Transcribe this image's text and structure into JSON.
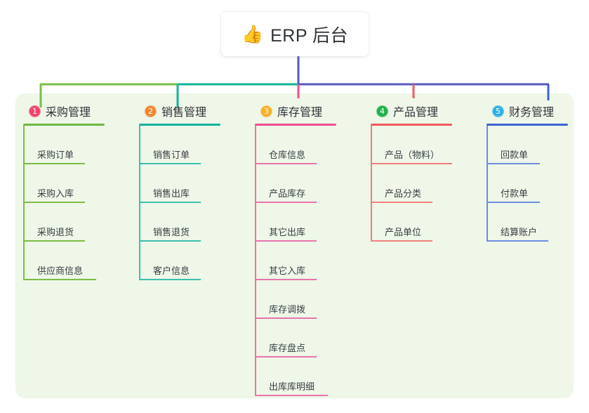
{
  "page": {
    "background": "#ffffff",
    "panel_color": "#eef7e8"
  },
  "root": {
    "icon": "thumbs-up-icon",
    "emoji": "👍",
    "title": "ERP 后台"
  },
  "connector": {
    "segments": [
      {
        "name": "green-segment",
        "color": "#7cbd46"
      },
      {
        "name": "teal-segment",
        "color": "#11b39b"
      },
      {
        "name": "indigo-segment",
        "color": "#5757c4"
      }
    ],
    "drops": [
      "#7cbd46",
      "#11b39b",
      "#ef4d93",
      "#f2595b",
      "#3f63d4"
    ],
    "stem_color": "#5757c4"
  },
  "columns": [
    {
      "index": "1",
      "badge_color": "#f2456b",
      "line_color": "#7cbd46",
      "rule_color": "#6fb844",
      "title": "采购管理",
      "items": [
        {
          "label": "采购订单",
          "rule_width": 88
        },
        {
          "label": "采购入库",
          "rule_width": 88
        },
        {
          "label": "采购退货",
          "rule_width": 88
        },
        {
          "label": "供应商信息",
          "rule_width": 104
        }
      ]
    },
    {
      "index": "2",
      "badge_color": "#f58634",
      "line_color": "#3fbfad",
      "rule_color": "#11b39b",
      "title": "销售管理",
      "items": [
        {
          "label": "销售订单",
          "rule_width": 88
        },
        {
          "label": "销售出库",
          "rule_width": 88
        },
        {
          "label": "销售退货",
          "rule_width": 88
        },
        {
          "label": "客户信息",
          "rule_width": 88
        }
      ]
    },
    {
      "index": "3",
      "badge_color": "#f7b12a",
      "line_color": "#e874ab",
      "rule_color": "#ef4d93",
      "title": "库存管理",
      "items": [
        {
          "label": "仓库信息",
          "rule_width": 88
        },
        {
          "label": "产品库存",
          "rule_width": 88
        },
        {
          "label": "其它出库",
          "rule_width": 88
        },
        {
          "label": "其它入库",
          "rule_width": 88
        },
        {
          "label": "库存调拨",
          "rule_width": 88
        },
        {
          "label": "库存盘点",
          "rule_width": 88
        },
        {
          "label": "出库库明细",
          "rule_width": 104
        }
      ]
    },
    {
      "index": "4",
      "badge_color": "#22b14c",
      "line_color": "#f2807f",
      "rule_color": "#f2595b",
      "title": "产品管理",
      "items": [
        {
          "label": "产品（物料）",
          "rule_width": 116
        },
        {
          "label": "产品分类",
          "rule_width": 88
        },
        {
          "label": "产品单位",
          "rule_width": 88
        }
      ]
    },
    {
      "index": "5",
      "badge_color": "#31b0e8",
      "line_color": "#6f8ee0",
      "rule_color": "#3f63d4",
      "title": "财务管理",
      "items": [
        {
          "label": "回款单",
          "rule_width": 76
        },
        {
          "label": "付款单",
          "rule_width": 76
        },
        {
          "label": "结算账户",
          "rule_width": 88
        }
      ]
    }
  ]
}
